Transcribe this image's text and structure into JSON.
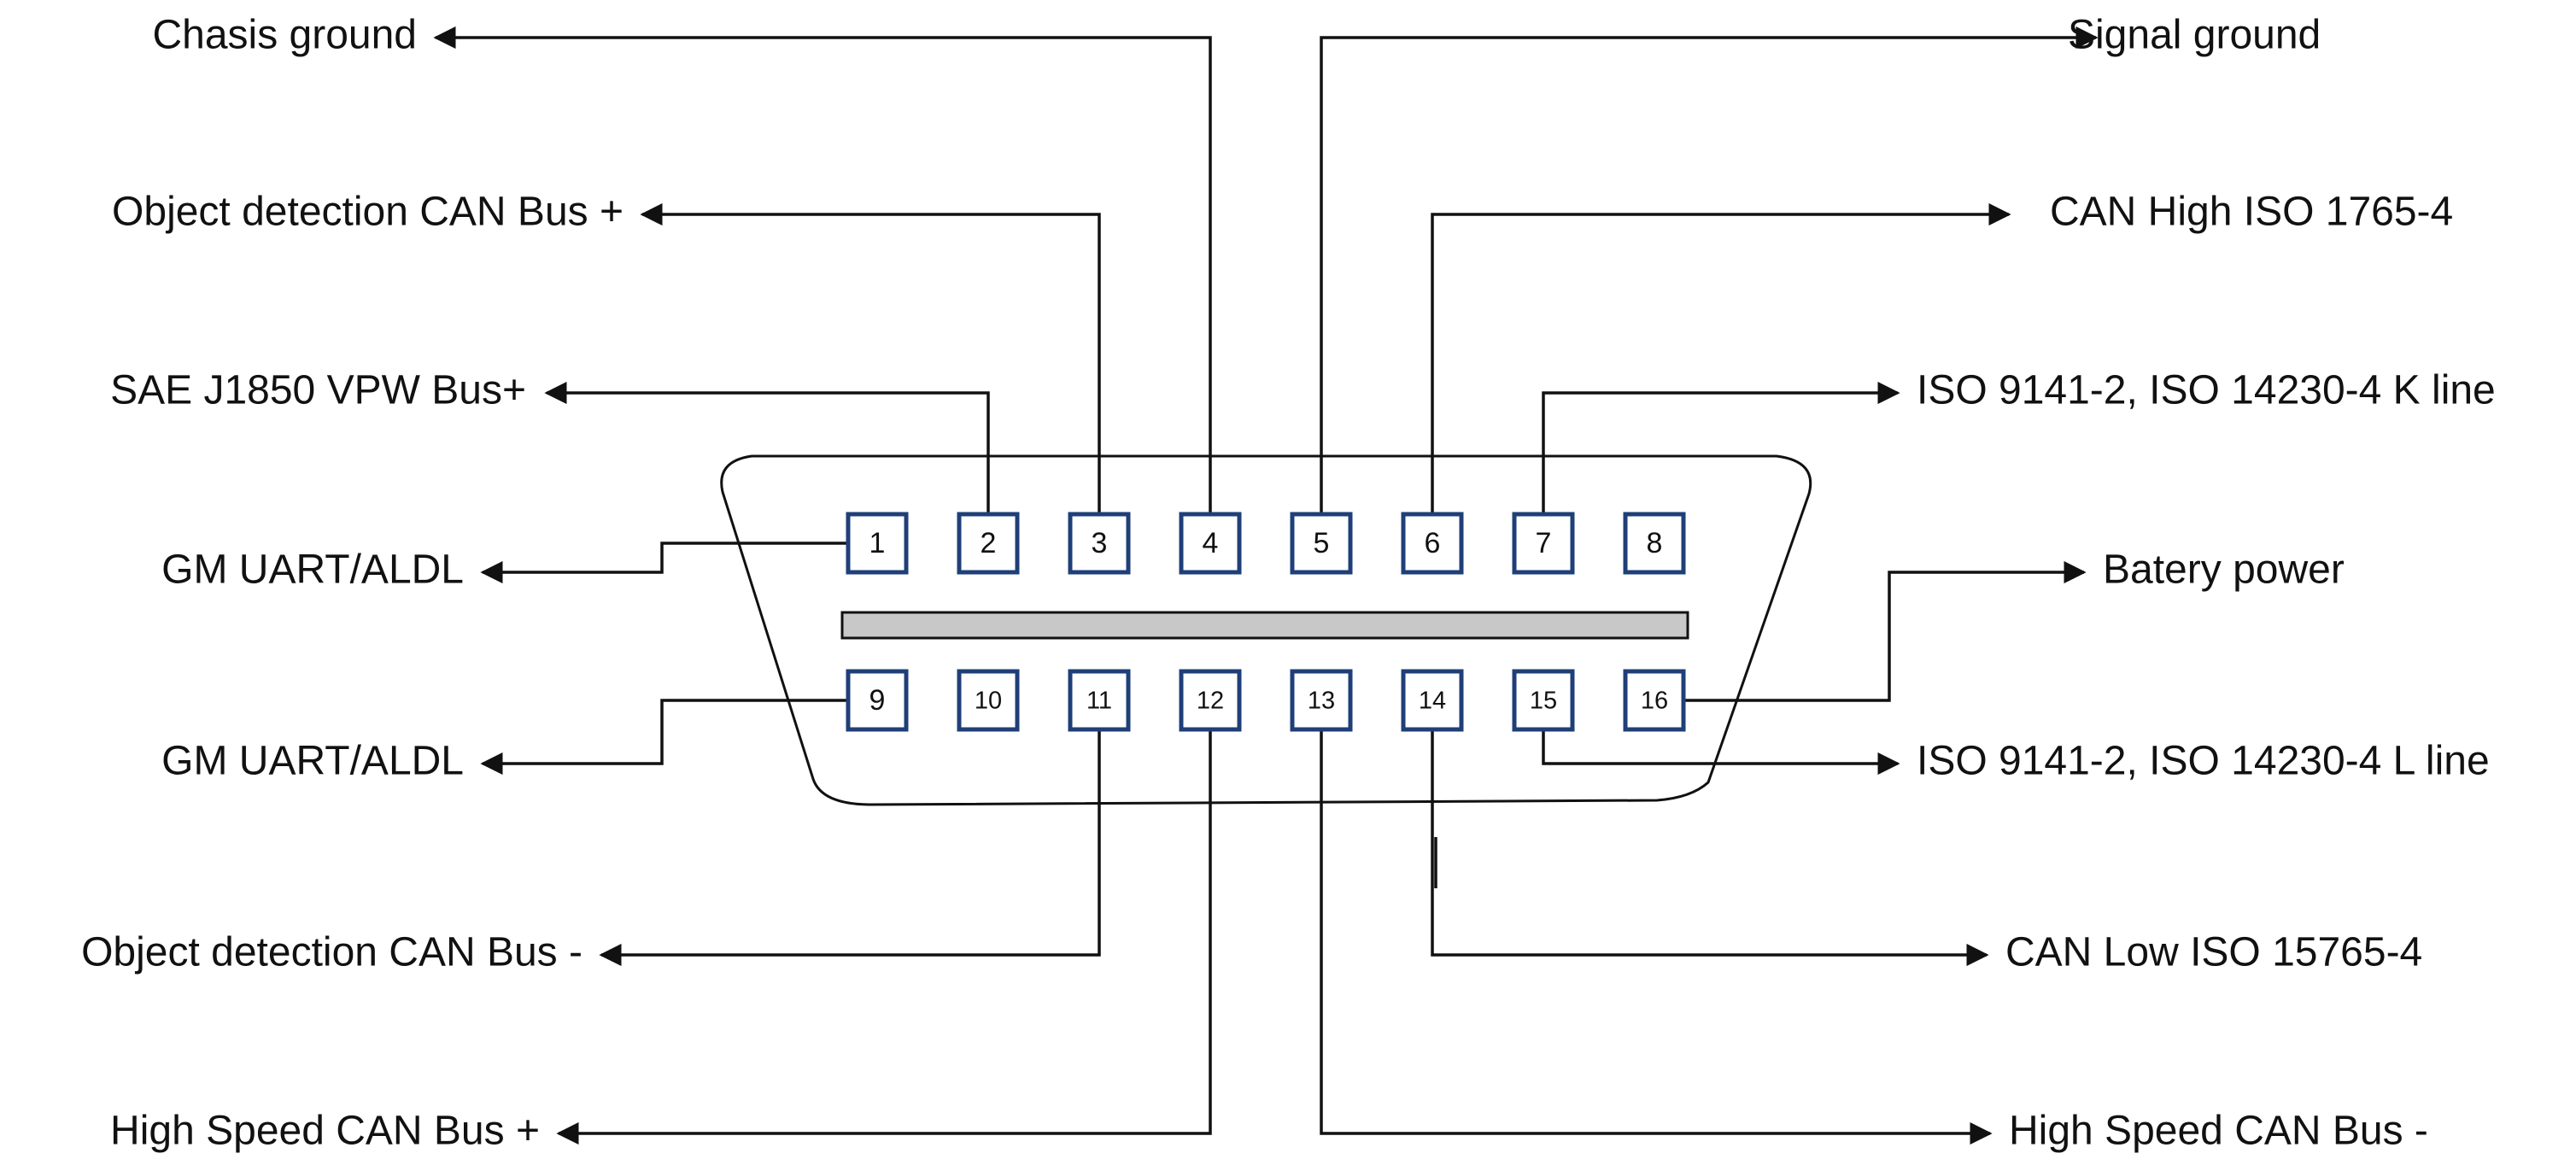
{
  "pins": [
    {
      "number": "1",
      "label": "GM UART/ALDL"
    },
    {
      "number": "2",
      "label": "SAE J1850 VPW Bus+"
    },
    {
      "number": "3",
      "label": "Object detection CAN Bus +"
    },
    {
      "number": "4",
      "label": "Chasis ground"
    },
    {
      "number": "5",
      "label": "Signal ground"
    },
    {
      "number": "6",
      "label": "CAN High ISO 1765-4"
    },
    {
      "number": "7",
      "label": "ISO 9141-2, ISO 14230-4 K line"
    },
    {
      "number": "8",
      "label": ""
    },
    {
      "number": "9",
      "label": "GM UART/ALDL"
    },
    {
      "number": "10",
      "label": ""
    },
    {
      "number": "11",
      "label": "Object detection CAN Bus -"
    },
    {
      "number": "12",
      "label": "High Speed CAN Bus +"
    },
    {
      "number": "13",
      "label": "High Speed CAN Bus -"
    },
    {
      "number": "14",
      "label": "CAN Low ISO 15765-4"
    },
    {
      "number": "15",
      "label": "ISO 9141-2, ISO 14230-4 L line"
    },
    {
      "number": "16",
      "label": "Batery power"
    }
  ],
  "colors": {
    "pin_border": "#1f3f78",
    "separator_bar": "#c8c8c8",
    "line": "#111111"
  }
}
